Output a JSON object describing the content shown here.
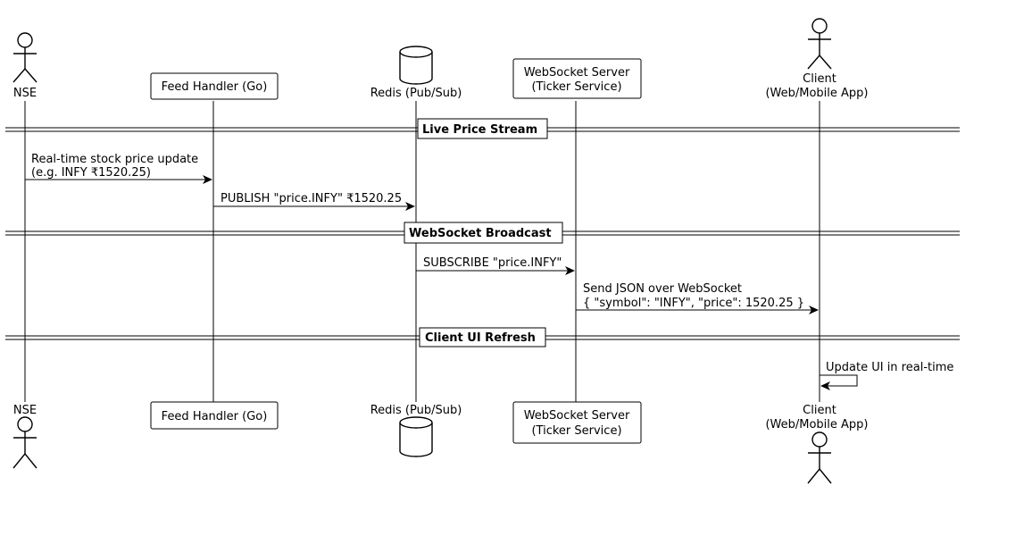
{
  "participants": [
    {
      "id": "nse",
      "label": "NSE",
      "kind": "actor"
    },
    {
      "id": "feed",
      "label": "Feed Handler (Go)",
      "kind": "box"
    },
    {
      "id": "redis",
      "label": "Redis (Pub/Sub)",
      "kind": "database"
    },
    {
      "id": "ws",
      "label_line1": "WebSocket Server",
      "label_line2": "(Ticker Service)",
      "kind": "box"
    },
    {
      "id": "client",
      "label_line1": "Client",
      "label_line2": "(Web/Mobile App)",
      "kind": "actor"
    }
  ],
  "sections": [
    {
      "label": "Live Price Stream"
    },
    {
      "label": "WebSocket Broadcast"
    },
    {
      "label": "Client UI Refresh"
    }
  ],
  "messages": [
    {
      "from": "NSE",
      "to": "Feed Handler (Go)",
      "line1": "Real-time stock price update",
      "line2": "(e.g. INFY ₹1520.25)"
    },
    {
      "from": "Feed Handler (Go)",
      "to": "Redis (Pub/Sub)",
      "line1": "PUBLISH \"price.INFY\" ₹1520.25"
    },
    {
      "from": "Redis (Pub/Sub)",
      "to": "WebSocket Server",
      "line1": "SUBSCRIBE \"price.INFY\""
    },
    {
      "from": "WebSocket Server",
      "to": "Client",
      "line1": "Send JSON over WebSocket",
      "line2": "{ \"symbol\": \"INFY\", \"price\": 1520.25 }"
    },
    {
      "from": "Client",
      "to": "Client",
      "line1": "Update UI in real-time"
    }
  ]
}
